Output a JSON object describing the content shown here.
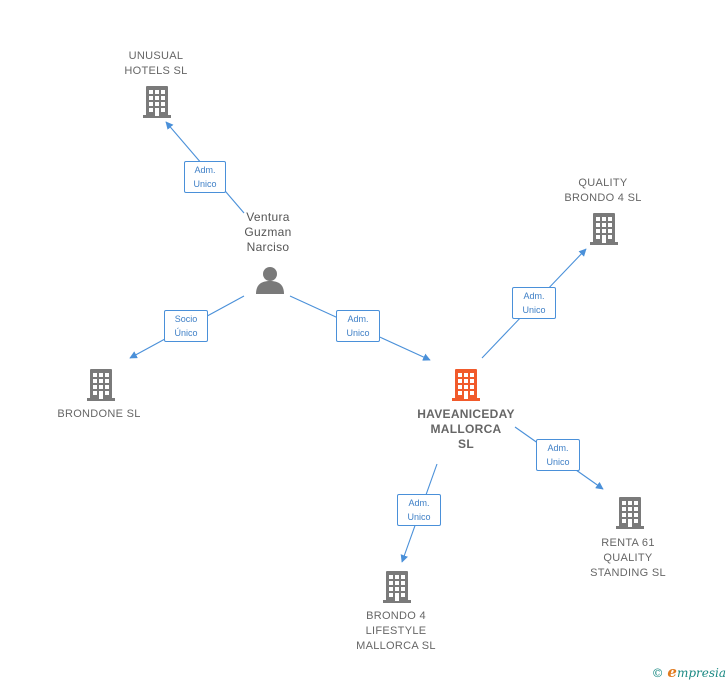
{
  "colors": {
    "edge": "#4a90d9",
    "building": "#7a7a7a",
    "main_building": "#f15a2b",
    "person": "#7a7a7a"
  },
  "nodes": {
    "unusual_hotels": {
      "label": "UNUSUAL\nHOTELS  SL",
      "icon": "building-icon"
    },
    "ventura": {
      "label": "Ventura\nGuzman\nNarciso",
      "icon": "person-icon"
    },
    "quality_brondo": {
      "label": "QUALITY\nBRONDO 4 SL",
      "icon": "building-icon"
    },
    "brondone": {
      "label": "BRONDONE  SL",
      "icon": "building-icon"
    },
    "haveaniceday": {
      "label": "HAVEANICEDAY\nMALLORCA\nSL",
      "icon": "building-icon"
    },
    "renta61": {
      "label": "RENTA 61\nQUALITY\nSTANDING  SL",
      "icon": "building-icon"
    },
    "brondo4": {
      "label": "BRONDO 4\nLIFESTYLE\nMALLORCA SL",
      "icon": "building-icon"
    }
  },
  "edges": {
    "ventura_unusual": "Adm.\nUnico",
    "ventura_brondone": "Socio\nÚnico",
    "ventura_have": "Adm.\nUnico",
    "have_quality": "Adm.\nUnico",
    "have_renta": "Adm.\nUnico",
    "have_brondo4": "Adm.\nUnico"
  },
  "brand": {
    "copyright": "©",
    "initial": "e",
    "name": "mpresia"
  }
}
